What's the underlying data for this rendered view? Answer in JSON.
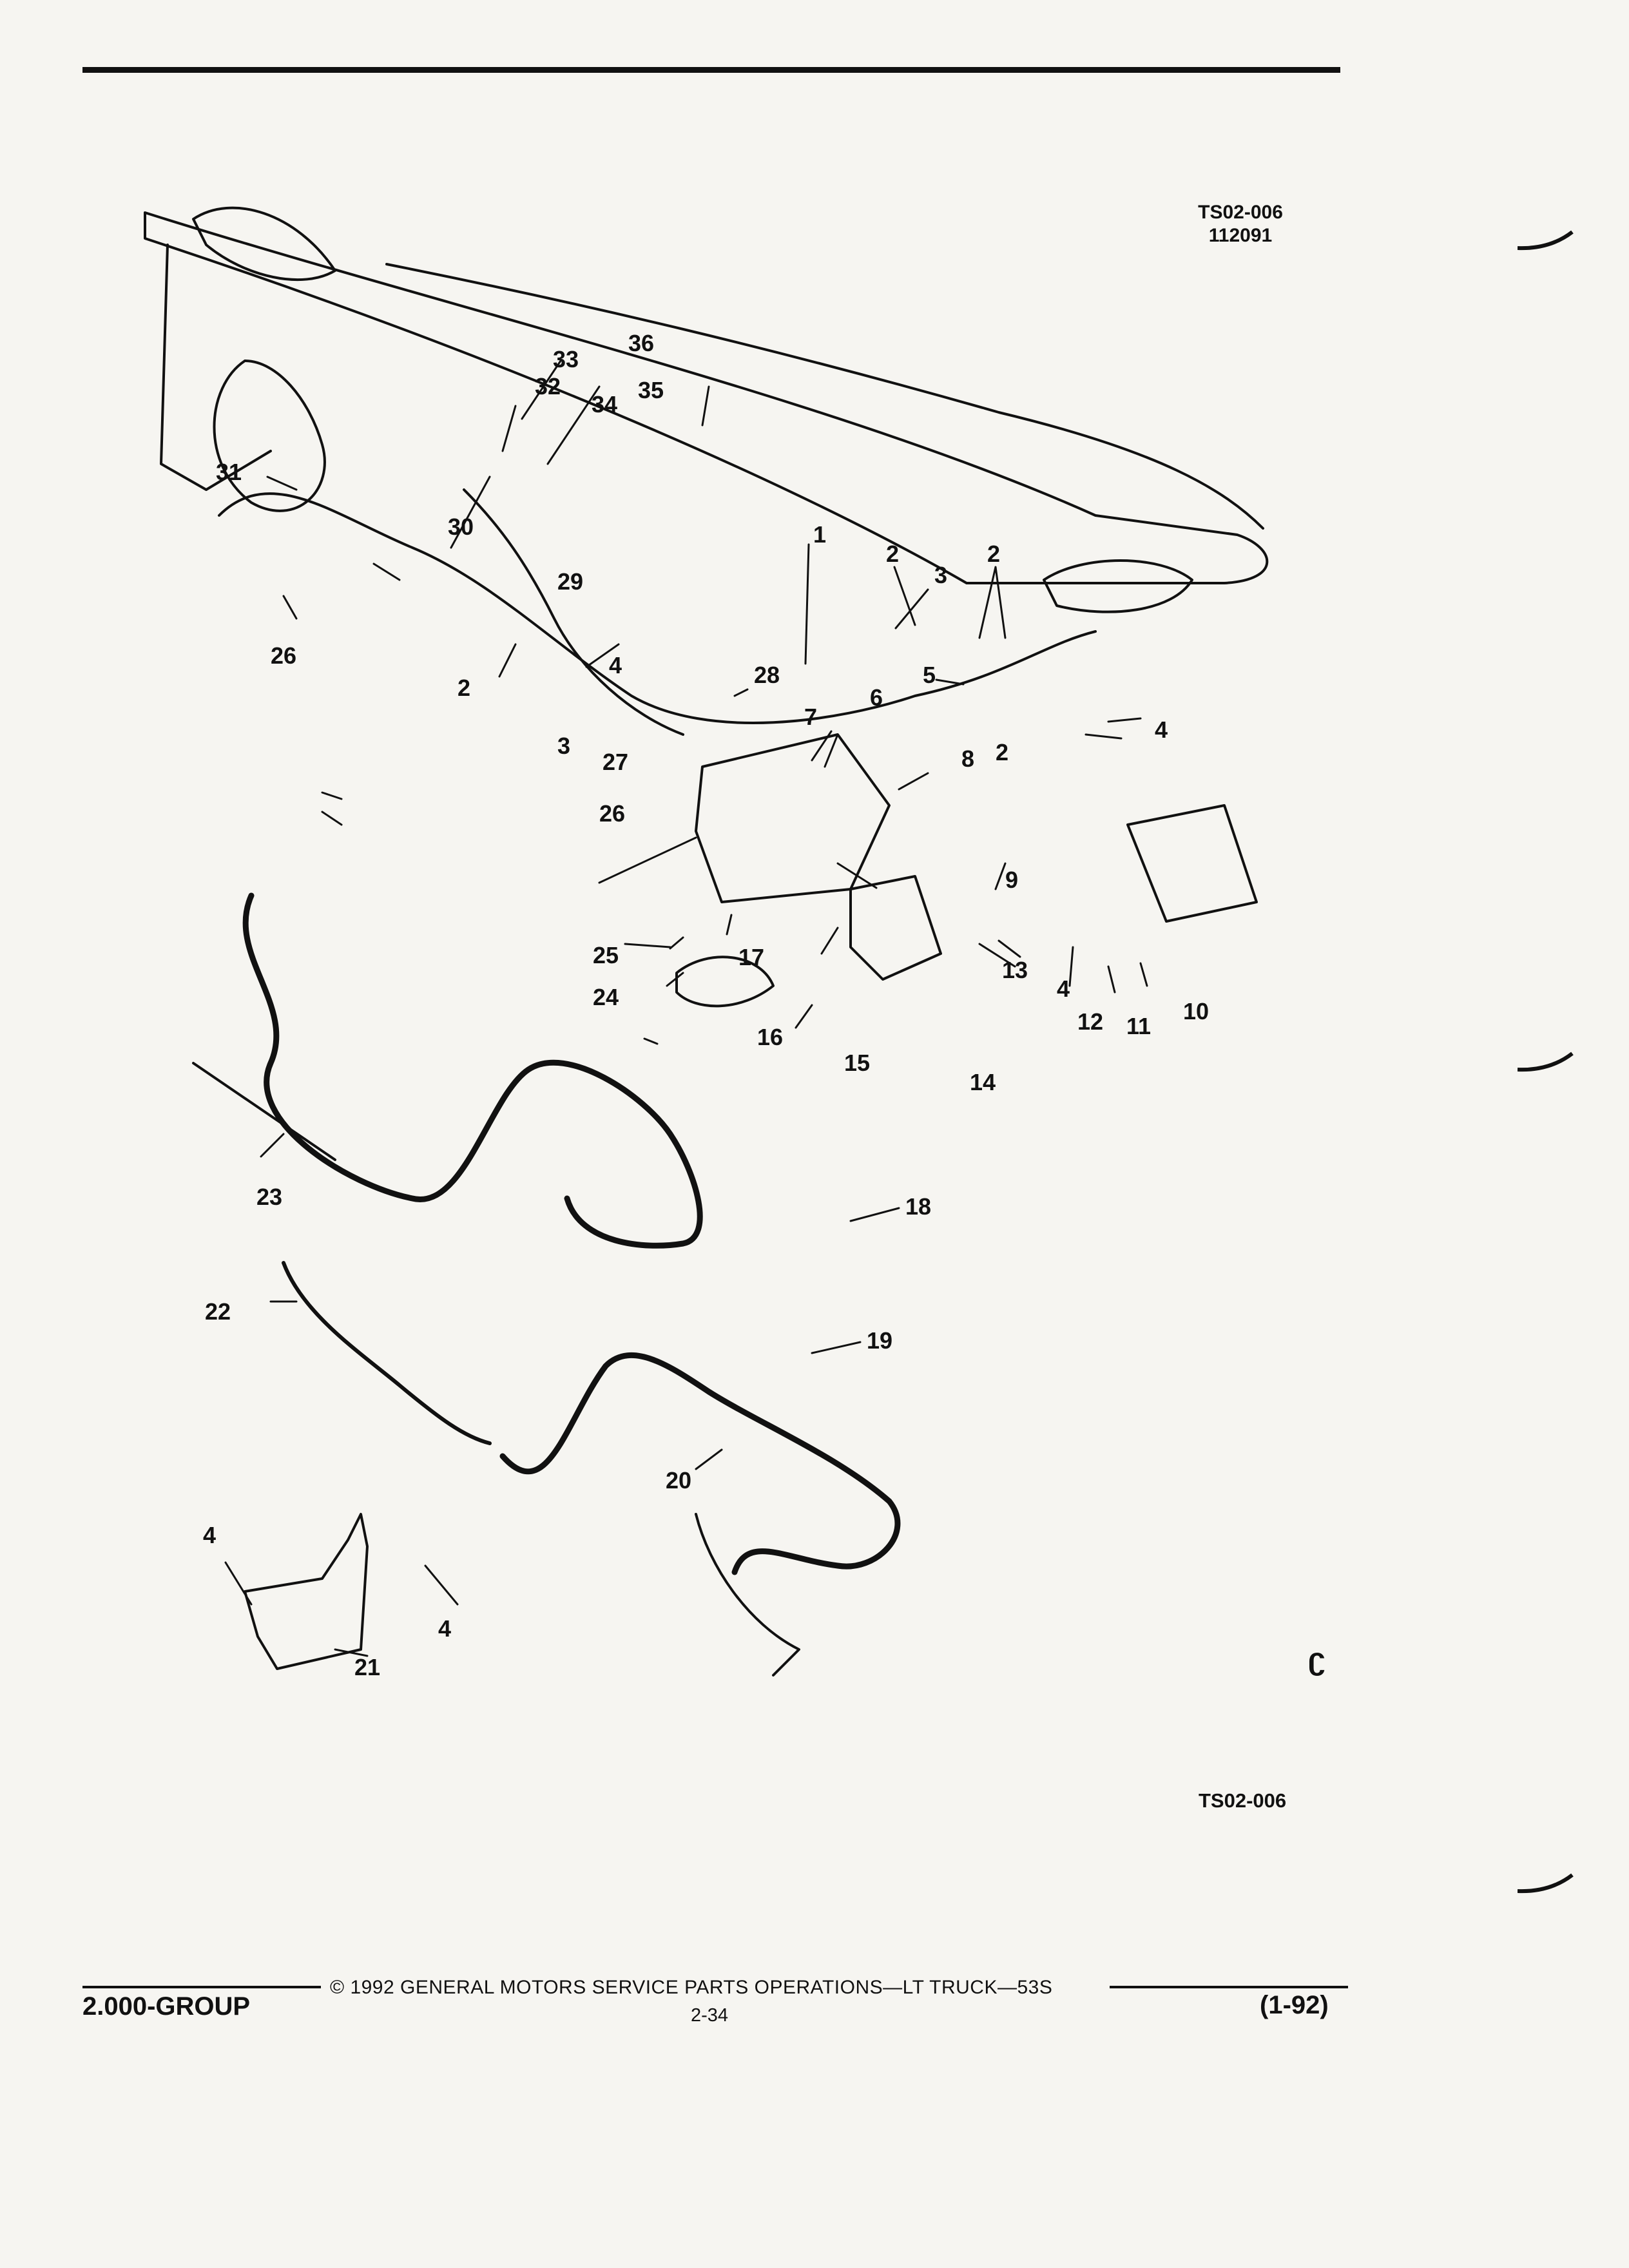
{
  "figure": {
    "code": "TS02-006",
    "date_code": "112091",
    "bottom_code": "TS02-006",
    "logo": "ʗ"
  },
  "callouts": [
    "1",
    "2",
    "2",
    "2",
    "2",
    "3",
    "3",
    "4",
    "4",
    "4",
    "4",
    "4",
    "5",
    "6",
    "7",
    "8",
    "9",
    "10",
    "11",
    "12",
    "13",
    "14",
    "15",
    "16",
    "17",
    "18",
    "19",
    "20",
    "21",
    "22",
    "23",
    "24",
    "25",
    "26",
    "26",
    "27",
    "28",
    "29",
    "30",
    "31",
    "32",
    "33",
    "34",
    "35",
    "36"
  ],
  "footer": {
    "copyright": "© 1992 GENERAL MOTORS SERVICE PARTS OPERATIONS—LT TRUCK—53S",
    "group": "2.000-GROUP",
    "page": "2-34",
    "date": "(1-92)"
  }
}
